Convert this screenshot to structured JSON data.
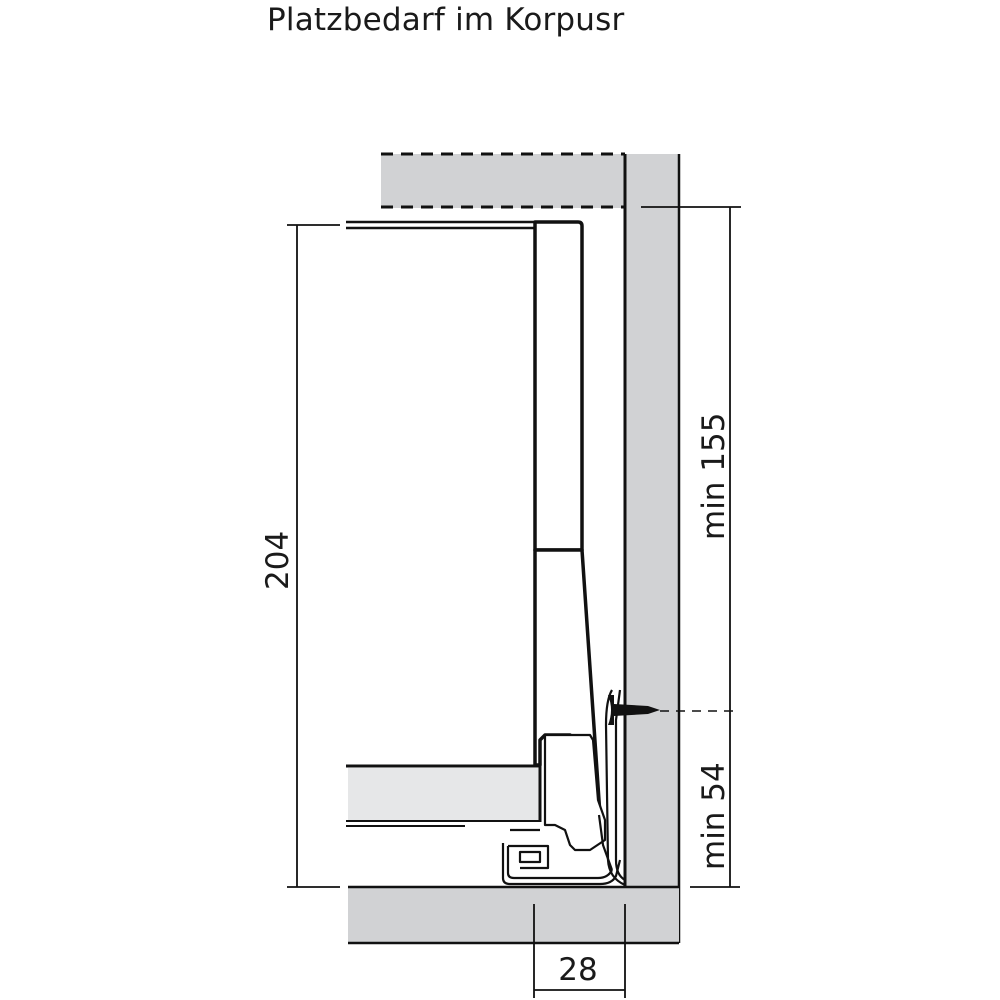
{
  "title": "Platzbedarf im Korpusr",
  "colors": {
    "panel_fill": "#d1d2d4",
    "drawer_bottom_fill": "#e6e7e8",
    "line": "#111111"
  },
  "dimensions": {
    "drawer_height": {
      "label": "204",
      "orientation": "vertical"
    },
    "top_clearance": {
      "label": "min 155",
      "orientation": "vertical"
    },
    "screw_height": {
      "label": "min 54",
      "orientation": "vertical"
    },
    "side_offset": {
      "label": "28",
      "orientation": "horizontal"
    }
  },
  "elements": {
    "top_shelf": "dashed cabinet top panel (optional)",
    "side_wall": "cabinet side panel",
    "bottom_panel": "cabinet bottom panel",
    "drawer_side": "drawer side profile",
    "drawer_bottom": "drawer bottom panel",
    "runner": "drawer runner / slide",
    "screw": "mounting screw"
  }
}
